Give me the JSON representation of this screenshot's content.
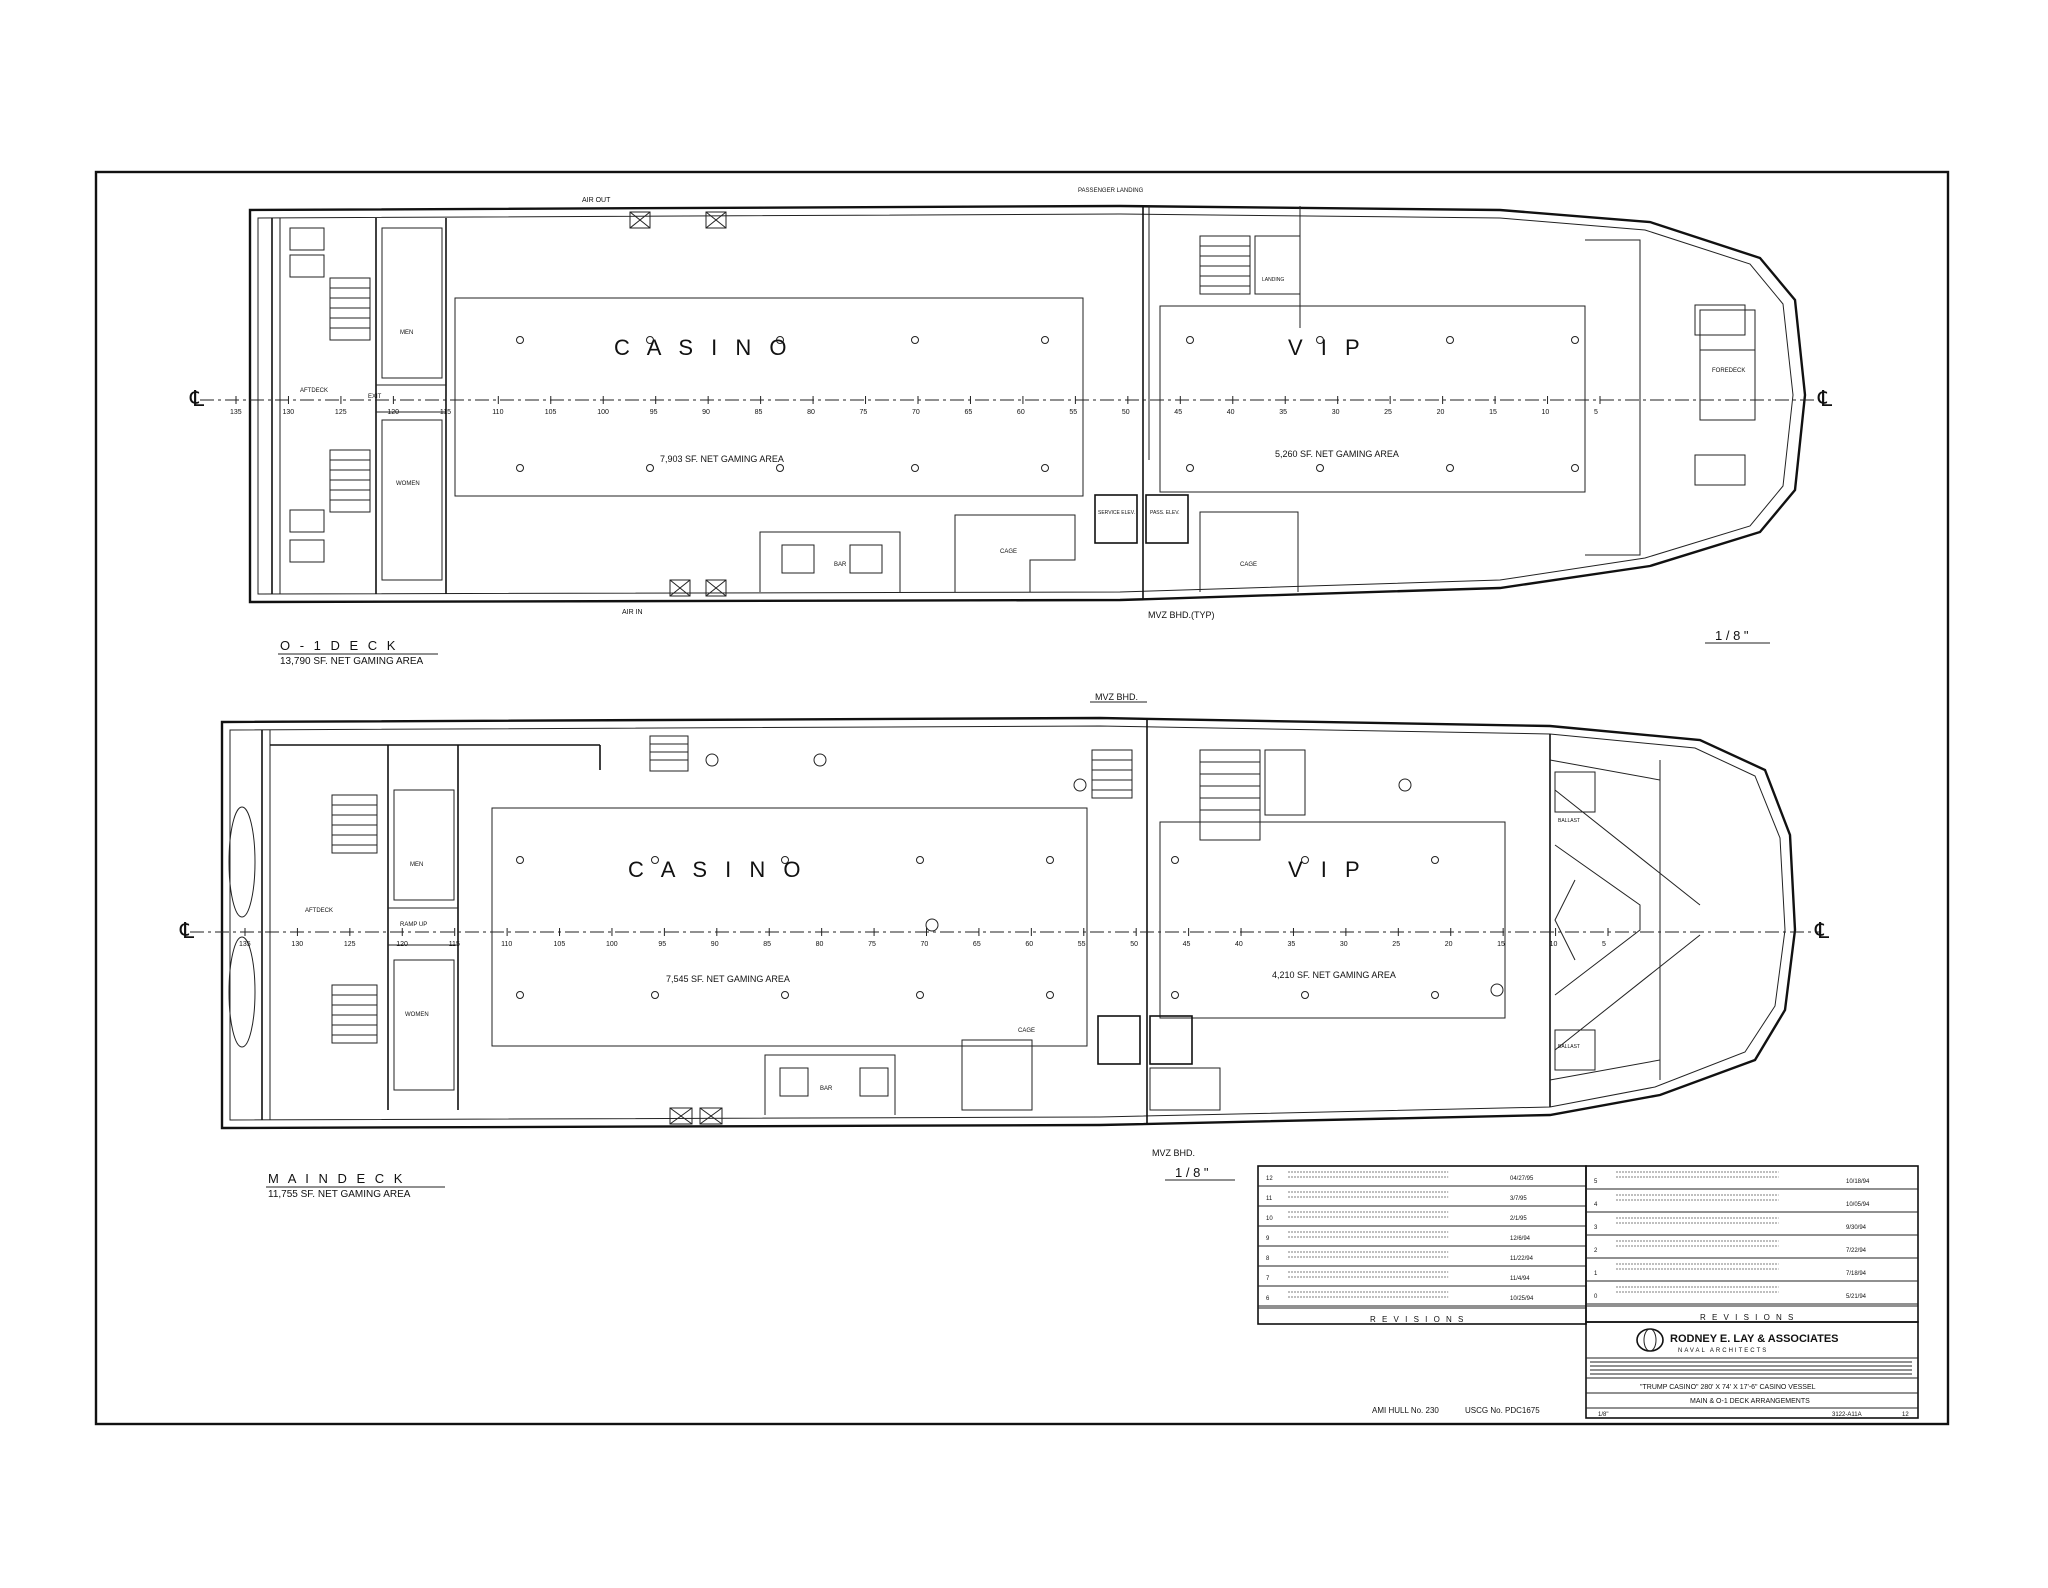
{
  "decks": {
    "o1": {
      "title": "O - 1  D E C K",
      "area": "13,790 SF. NET GAMING AREA",
      "scale": "1 / 8 \"",
      "casino": "C A S I N O",
      "vip": "V I P",
      "casino_area": "7,903 SF. NET GAMING AREA",
      "vip_area": "5,260 SF. NET GAMING AREA",
      "mvz": "MVZ BHD.(TYP)",
      "air_out": "AIR OUT",
      "air_in": "AIR IN",
      "passenger_landing": "PASSENGER LANDING",
      "afterdeck": "AFTDECK",
      "foredeck": "FOREDECK",
      "men": "MEN",
      "women": "WOMEN",
      "bar": "BAR",
      "cage": "CAGE",
      "cage2": "CAGE",
      "exit": "EXIT",
      "service_elev": "SERVICE ELEV.",
      "pass_elev": "PASS. ELEV.",
      "landing": "LANDING",
      "frames": [
        "135",
        "130",
        "125",
        "120",
        "115",
        "110",
        "105",
        "100",
        "95",
        "90",
        "85",
        "80",
        "75",
        "70",
        "65",
        "60",
        "55",
        "50",
        "45",
        "40",
        "35",
        "30",
        "25",
        "20",
        "15",
        "10",
        "5"
      ]
    },
    "main": {
      "title": "M A I N  D E C K",
      "area": "11,755 SF. NET GAMING AREA",
      "scale": "1 / 8 \"",
      "casino": "C A S I N O",
      "vip": "V I P",
      "casino_area": "7,545 SF. NET GAMING AREA",
      "vip_area": "4,210 SF. NET GAMING AREA",
      "mvz_top": "MVZ BHD.",
      "mvz_bottom": "MVZ BHD.",
      "aftdeck": "AFTDECK",
      "ramp_up": "RAMP UP",
      "bar": "BAR",
      "cage": "CAGE",
      "men": "MEN",
      "women": "WOMEN",
      "ballast": "BALLAST",
      "ballast2": "BALLAST",
      "frames": [
        "135",
        "130",
        "125",
        "120",
        "115",
        "110",
        "105",
        "100",
        "95",
        "90",
        "85",
        "80",
        "75",
        "70",
        "65",
        "60",
        "55",
        "50",
        "45",
        "40",
        "35",
        "30",
        "25",
        "20",
        "15",
        "10",
        "5"
      ]
    }
  },
  "title_block": {
    "firm": "RODNEY E. LAY & ASSOCIATES",
    "firm_sub": "NAVAL ARCHITECTS",
    "project": "\"TRUMP CASINO\" 280' X 74' X 17'-6\" CASINO VESSEL",
    "drawing": "MAIN & O-1 DECK ARRANGEMENTS",
    "hull": "AMI HULL No. 230",
    "uscg": "USCG No. PDC1675",
    "scale_label": "1/8\"",
    "dwg_no": "3122-A11A",
    "rev": "12",
    "revisions_heading": "R E V I S I O N S",
    "revisions_heading2": "R E V I S I O N S"
  },
  "revisions_left": [
    {
      "no": "12",
      "date": "04/27/95"
    },
    {
      "no": "11",
      "date": "3/7/95"
    },
    {
      "no": "10",
      "date": "2/1/95"
    },
    {
      "no": "9",
      "date": "12/6/94"
    },
    {
      "no": "8",
      "date": "11/22/94"
    },
    {
      "no": "7",
      "date": "11/4/94"
    },
    {
      "no": "6",
      "date": "10/25/94"
    }
  ],
  "revisions_right": [
    {
      "no": "5",
      "date": "10/18/94"
    },
    {
      "no": "4",
      "date": "10/05/94"
    },
    {
      "no": "3",
      "date": "9/30/94"
    },
    {
      "no": "2",
      "date": "7/22/94"
    },
    {
      "no": "1",
      "date": "7/18/94"
    },
    {
      "no": "0",
      "date": "5/21/94"
    }
  ],
  "colors": {
    "ink": "#111111",
    "paper": "#ffffff"
  }
}
